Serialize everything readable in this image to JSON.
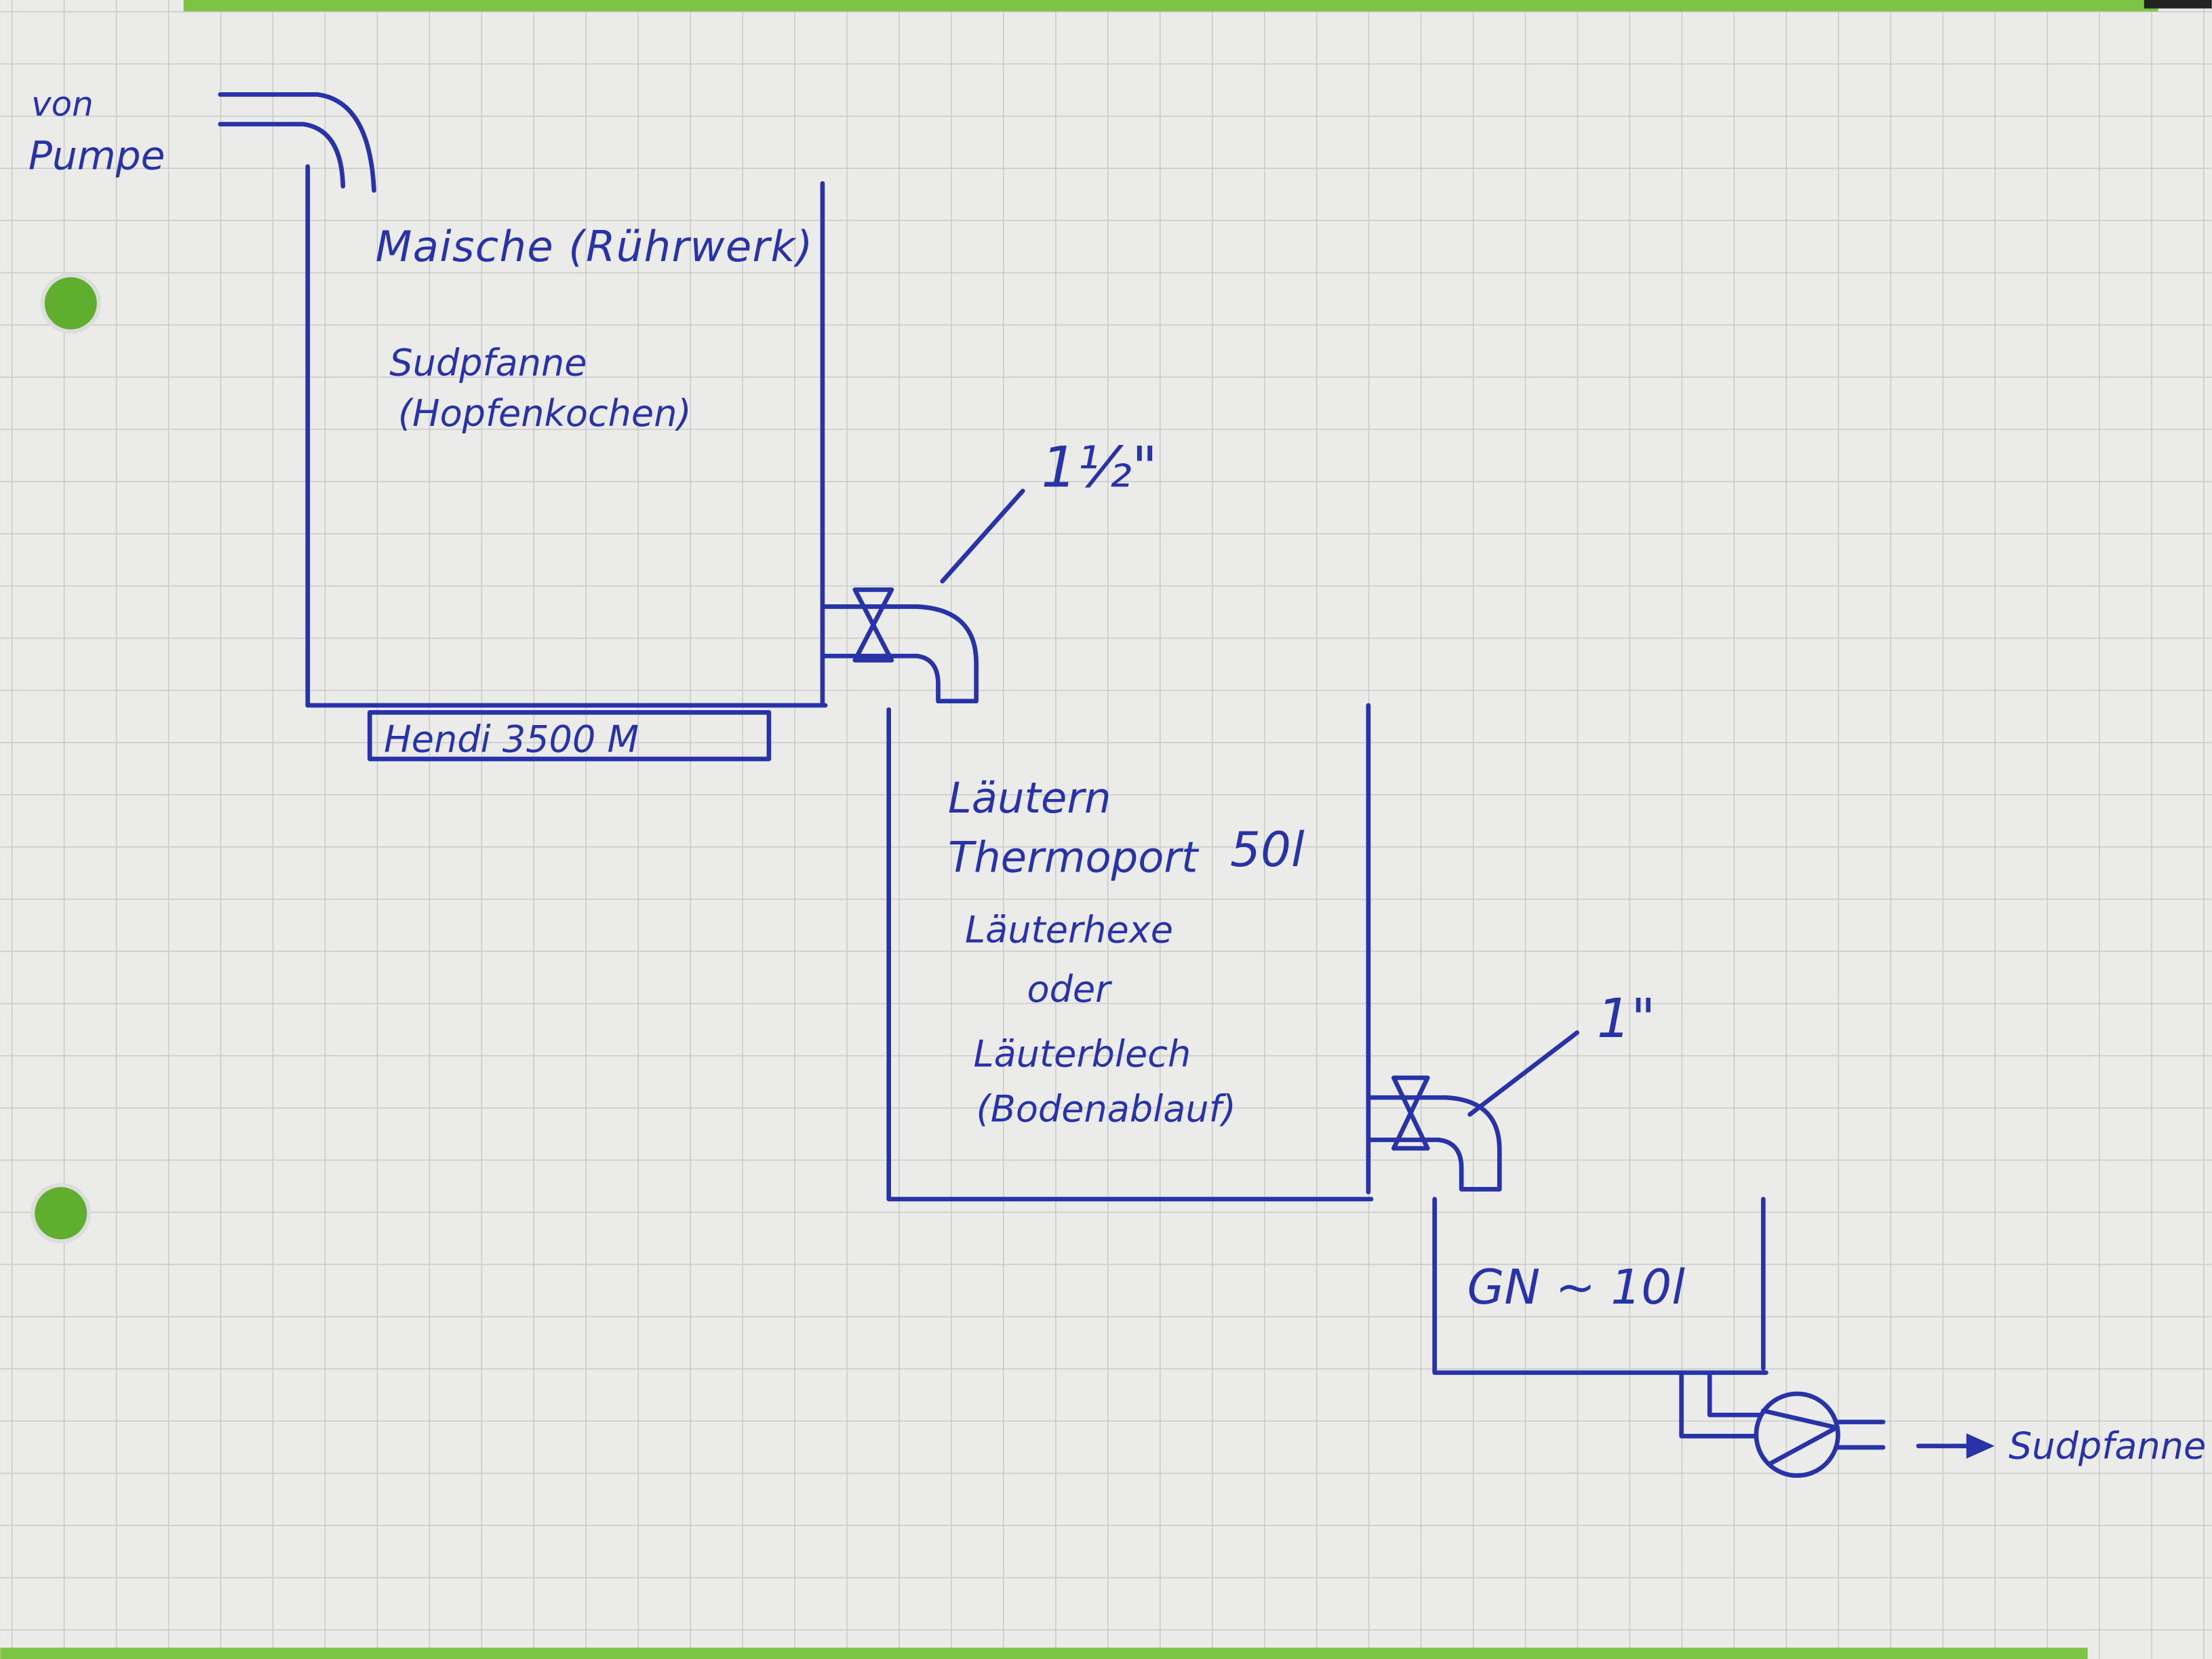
{
  "colors": {
    "ink": "#2733a6",
    "paper": "#ebebe9",
    "grid": "#c9c9c7",
    "binder_green": "#6fbf3a"
  },
  "inlet": {
    "label_line1": "von",
    "label_line2": "Pumpe"
  },
  "mash_tank": {
    "title": "Maische (Rührwerk)",
    "subtitle_line1": "Sudpfanne",
    "subtitle_line2": "(Hopfenkochen)",
    "heater_label": "Hendi 3500 M"
  },
  "valve_1": {
    "size_label": "1½\""
  },
  "lauter_tank": {
    "lines": [
      "Läutern",
      "Thermoport",
      "Läuterhexe",
      "oder",
      "Läuterblech",
      "(Bodenablauf)"
    ],
    "volume": "50l"
  },
  "valve_2": {
    "size_label": "1\""
  },
  "grant_tank": {
    "label": "GN ~ 10l"
  },
  "outlet": {
    "label": "Sudpfanne"
  }
}
